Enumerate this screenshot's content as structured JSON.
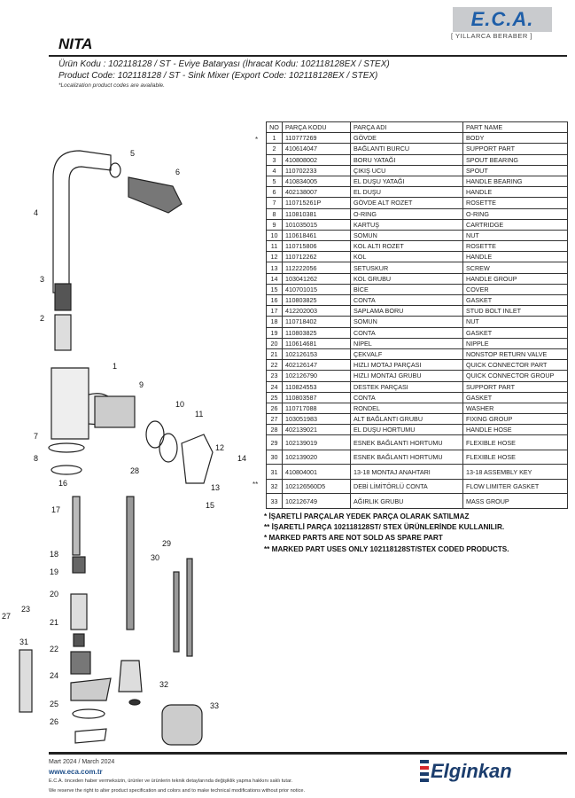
{
  "header": {
    "brand": "E.C.A.",
    "tagline": "[ YILLARCA BERABER ]",
    "title": "NITA",
    "line_tr": "Ürün Kodu : 102118128 / ST - Eviye Bataryası (İhracat Kodu: 102118128EX / STEX)",
    "line_en": "Product Code: 102118128 / ST - Sink Mixer (Export Code: 102118128EX / STEX)",
    "note": "*Localization product codes are available."
  },
  "table": {
    "headers": [
      "NO",
      "PARÇA KODU",
      "PARÇA ADI",
      "PART NAME"
    ],
    "rows": [
      [
        "1",
        "110777269",
        "GÖVDE",
        "BODY"
      ],
      [
        "2",
        "410614047",
        "BAĞLANTI BURCU",
        "SUPPORT PART"
      ],
      [
        "3",
        "410808002",
        "BORU YATAĞI",
        "SPOUT BEARING"
      ],
      [
        "4",
        "110702233",
        "ÇIKIŞ UCU",
        "SPOUT"
      ],
      [
        "5",
        "410834005",
        "EL DUŞU YATAĞI",
        "HANDLE BEARING"
      ],
      [
        "6",
        "402138007",
        "EL DUŞU",
        "HANDLE"
      ],
      [
        "7",
        "110715261P",
        "GÖVDE ALT ROZET",
        "ROSETTE"
      ],
      [
        "8",
        "110810381",
        "O-RING",
        "O-RING"
      ],
      [
        "9",
        "101035015",
        "KARTUŞ",
        "CARTRIDGE"
      ],
      [
        "10",
        "110618461",
        "SOMUN",
        "NUT"
      ],
      [
        "11",
        "110715806",
        "KOL ALTI ROZET",
        "ROSETTE"
      ],
      [
        "12",
        "110712262",
        "KOL",
        "HANDLE"
      ],
      [
        "13",
        "112222056",
        "SETUSKUR",
        "SCREW"
      ],
      [
        "14",
        "103041262",
        "KOL GRUBU",
        "HANDLE GROUP"
      ],
      [
        "15",
        "410701015",
        "BİCE",
        "COVER"
      ],
      [
        "16",
        "110803825",
        "CONTA",
        "GASKET"
      ],
      [
        "17",
        "412202003",
        "SAPLAMA BORU",
        "STUD BOLT INLET"
      ],
      [
        "18",
        "110718402",
        "SOMUN",
        "NUT"
      ],
      [
        "19",
        "110803825",
        "CONTA",
        "GASKET"
      ],
      [
        "20",
        "110614681",
        "NİPEL",
        "NIPPLE"
      ],
      [
        "21",
        "102126153",
        "ÇEKVALF",
        "NONSTOP RETURN VALVE"
      ],
      [
        "22",
        "402126147",
        "HIZLI MOTAJ PARÇASI",
        "QUICK CONNECTOR PART"
      ],
      [
        "23",
        "102126790",
        "HIZLI MONTAJ GRUBU",
        "QUICK CONNECTOR GROUP"
      ],
      [
        "24",
        "110824553",
        "DESTEK PARÇASI",
        "SUPPORT PART"
      ],
      [
        "25",
        "110803587",
        "CONTA",
        "GASKET"
      ],
      [
        "26",
        "110717088",
        "RONDEL",
        "WASHER"
      ],
      [
        "27",
        "103051983",
        "ALT BAĞLANTI GRUBU",
        "FIXING GROUP"
      ],
      [
        "28",
        "402139021",
        "EL DUŞU HORTUMU",
        "HANDLE HOSE"
      ],
      [
        "29",
        "102139019",
        "ESNEK BAĞLANTI HORTUMU",
        "FLEXIBLE HOSE"
      ],
      [
        "30",
        "102139020",
        "ESNEK BAĞLANTI HORTUMU",
        "FLEXIBLE HOSE"
      ],
      [
        "31",
        "410804001",
        "13-18 MONTAJ ANAHTARI",
        "13-18 ASSEMBLY KEY"
      ],
      [
        "32",
        "102126560D5",
        "DEBİ LİMİTÖRLÜ CONTA",
        "FLOW LIMITER GASKET"
      ],
      [
        "33",
        "102126749",
        "AĞIRLIK GRUBU",
        "MASS GROUP"
      ]
    ],
    "marks": {
      "row1": "*",
      "row32": "**"
    }
  },
  "notes": [
    "* İŞARETLİ PARÇALAR YEDEK PARÇA OLARAK SATILMAZ",
    "** İŞARETLİ PARÇA 102118128ST/ STEX ÜRÜNLERİNDE KULLANILIR.",
    "* MARKED PARTS ARE NOT SOLD AS SPARE PART",
    "** MARKED PART USES ONLY 102118128ST/STEX CODED PRODUCTS."
  ],
  "diagram": {
    "callouts": [
      "5",
      "6",
      "4",
      "3",
      "2",
      "1",
      "9",
      "10",
      "11",
      "7",
      "8",
      "16",
      "12",
      "14",
      "13",
      "15",
      "28",
      "17",
      "18",
      "19",
      "20",
      "23",
      "27",
      "21",
      "31",
      "22",
      "24",
      "25",
      "26",
      "29",
      "30",
      "32",
      "33"
    ]
  },
  "footer": {
    "date": "Mart 2024 / March 2024",
    "url": "www.eca.com.tr",
    "disclaimer_tr": "E.C.A. önceden haber vermeksizin, ürünler ve ürünlerin teknik detaylarında değişiklik yapma hakkını saklı tutar.",
    "disclaimer_en": "We reserve the right to alter product specification and colors and to make technical modifications without prior notice.",
    "partner": "Elginkan"
  },
  "colors": {
    "brand_blue": "#1e5ea8",
    "partner_navy": "#1b3d6d",
    "partner_red": "#d6262b"
  }
}
